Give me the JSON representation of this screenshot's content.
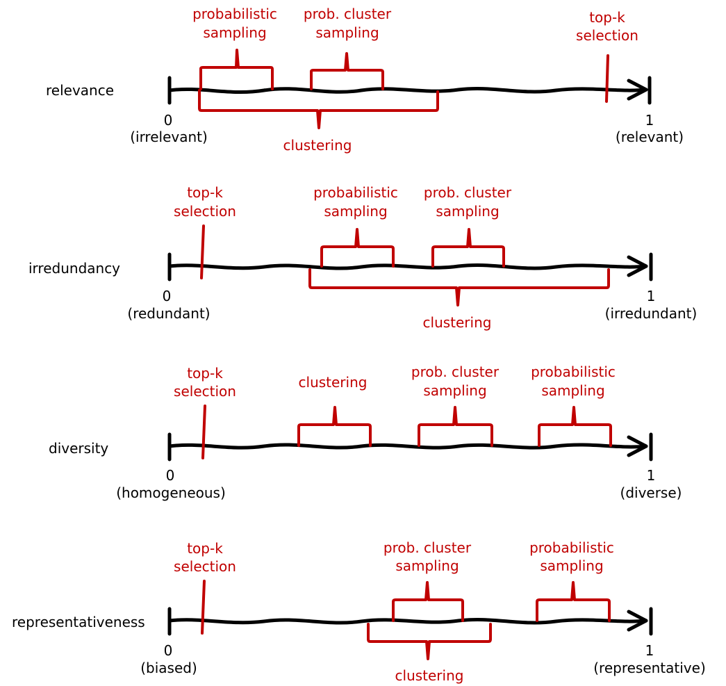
{
  "colors": {
    "axis": "#000000",
    "method": "#c00000"
  },
  "rows": [
    {
      "name": "relevance",
      "zero": "0",
      "zero_label": "(irrelevant)",
      "one": "1",
      "one_label": "(relevant)",
      "m1a": "probabilistic",
      "m1b": "sampling",
      "m2a": "prob. cluster",
      "m2b": "sampling",
      "m3a": "top-k",
      "m3b": "selection",
      "below": "clustering"
    },
    {
      "name": "irredundancy",
      "zero": "0",
      "zero_label": "(redundant)",
      "one": "1",
      "one_label": "(irredundant)",
      "m1a": "top-k",
      "m1b": "selection",
      "m2a": "probabilistic",
      "m2b": "sampling",
      "m3a": "prob. cluster",
      "m3b": "sampling",
      "below": "clustering"
    },
    {
      "name": "diversity",
      "zero": "0",
      "zero_label": "(homogeneous)",
      "one": "1",
      "one_label": "(diverse)",
      "m1a": "top-k",
      "m1b": "selection",
      "m2": "clustering",
      "m3a": "prob. cluster",
      "m3b": "sampling",
      "m4a": "probabilistic",
      "m4b": "sampling"
    },
    {
      "name": "representativeness",
      "zero": "0",
      "zero_label": "(biased)",
      "one": "1",
      "one_label": "(representative)",
      "m1a": "top-k",
      "m1b": "selection",
      "m2a": "prob. cluster",
      "m2b": "sampling",
      "m3a": "probabilistic",
      "m3b": "sampling",
      "below": "clustering"
    }
  ]
}
